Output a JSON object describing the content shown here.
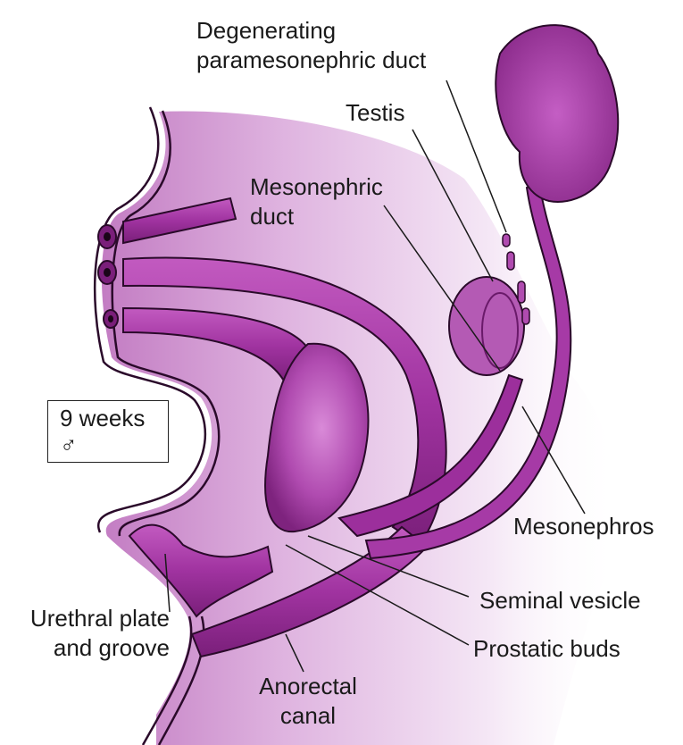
{
  "labels": {
    "degenerating_duct": [
      "Degenerating",
      "paramesonephric duct"
    ],
    "testis": "Testis",
    "mesonephric_duct": [
      "Mesonephric",
      "duct"
    ],
    "mesonephros": "Mesonephros",
    "seminal_vesicle": "Seminal vesicle",
    "prostatic_buds": "Prostatic buds",
    "urethral_plate": [
      "Urethral plate",
      "and groove"
    ],
    "anorectal_canal": [
      "Anorectal",
      "canal"
    ]
  },
  "age_box": {
    "line1": "9 weeks",
    "line2": "♂"
  },
  "colors": {
    "structure": "#a93aa6",
    "structure_light": "#cf6fcf",
    "structure_dark": "#6a1a6a",
    "background_wash": "#ead0ec",
    "outline": "#2a0a2a"
  }
}
